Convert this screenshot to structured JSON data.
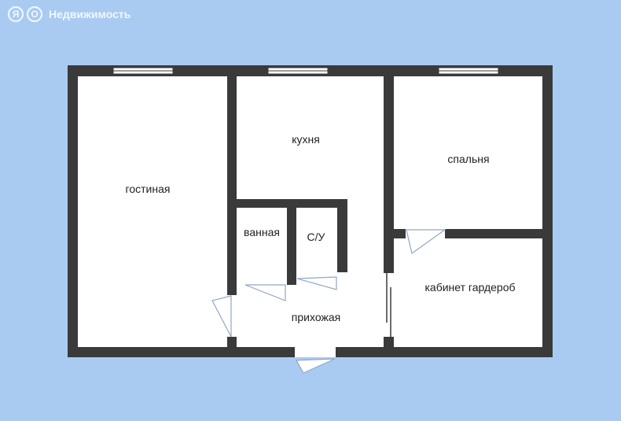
{
  "brand": {
    "logo_letters": [
      "Я",
      "О"
    ],
    "name": "Недвижимость"
  },
  "colors": {
    "background": "#a9cbf2",
    "wall": "#3a3a3a",
    "floor": "#ffffff",
    "door": "#8fa8c4",
    "label": "#222222"
  },
  "rooms": {
    "living": "гостиная",
    "kitchen": "кухня",
    "bedroom": "спальня",
    "bathroom": "ванная",
    "toilet": "С/У",
    "hallway": "прихожая",
    "cabinet": "кабинет гардероб"
  }
}
